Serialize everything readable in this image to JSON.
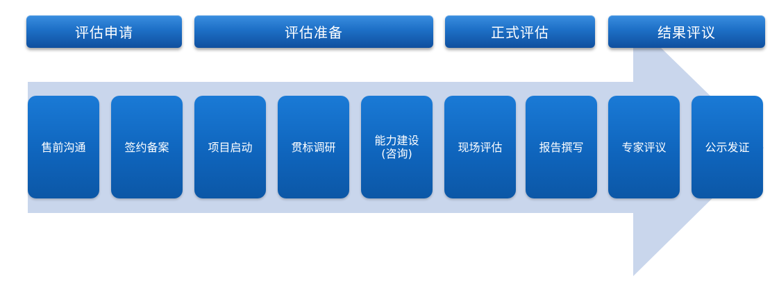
{
  "phases": [
    {
      "label": "评估申请"
    },
    {
      "label": "评估准备"
    },
    {
      "label": "正式评估"
    },
    {
      "label": "结果评议"
    }
  ],
  "steps": [
    {
      "label": "售前沟通",
      "sub": ""
    },
    {
      "label": "签约备案",
      "sub": ""
    },
    {
      "label": "项目启动",
      "sub": ""
    },
    {
      "label": "贯标调研",
      "sub": ""
    },
    {
      "label": "能力建设",
      "sub": "(咨询)"
    },
    {
      "label": "现场评估",
      "sub": ""
    },
    {
      "label": "报告撰写",
      "sub": ""
    },
    {
      "label": "专家评议",
      "sub": ""
    },
    {
      "label": "公示发证",
      "sub": ""
    }
  ],
  "colors": {
    "phase_blue": "#1d6fc6",
    "step_blue": "#0f65bd",
    "arrow_light": "#c9d6ec"
  }
}
